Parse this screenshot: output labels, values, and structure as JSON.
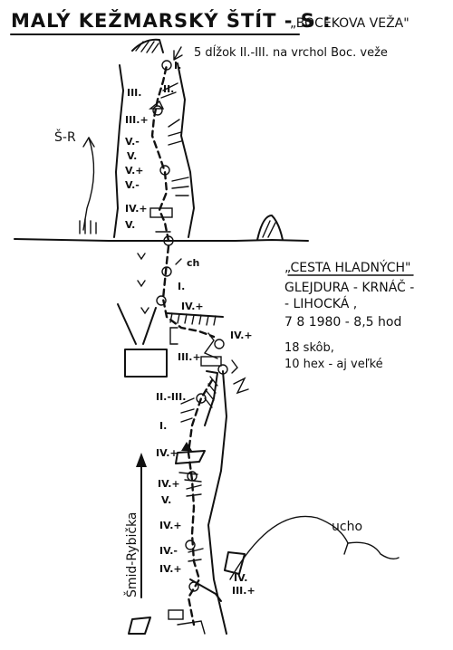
{
  "header": {
    "title": "MALÝ KEŽMARSKÝ ŠTÍT - S :",
    "title_peak": "„BOCEKOVA VEŽA\"",
    "subtitle": "5 dĺžok II.-III. na vrchol Boc. veže"
  },
  "route_info": {
    "name": "„CESTA HLADNÝCH\"",
    "authors": [
      "GLEJDURA - KRNÁČ -",
      "- LIHOCKÁ ,"
    ],
    "date": "7  8  1980 - 8,5 hod",
    "gear": [
      "18 skôb,",
      "10 hex - aj veľké"
    ]
  },
  "labels": {
    "left_route": "Š-R",
    "smid_rybicka": "Šmid-Rybička",
    "ucho": "ucho",
    "chimney": "ch"
  },
  "grades": {
    "upper": [
      "I.",
      "III.",
      "II.",
      "III.+",
      "V.-",
      "V.",
      "V.+",
      "V.-",
      "IV.+",
      "V."
    ],
    "middle": [
      "I.",
      "IV.+",
      "IV.+",
      "III.+"
    ],
    "lower": [
      "II.-III.",
      "I.",
      "IV.+",
      "IV.+",
      "V.",
      "IV.+",
      "IV.-",
      "IV.+",
      "IV.",
      "III.+"
    ]
  },
  "icons": {
    "piton": "piton-icon",
    "belay": "belay-stance-icon",
    "bush": "grass-icon"
  }
}
